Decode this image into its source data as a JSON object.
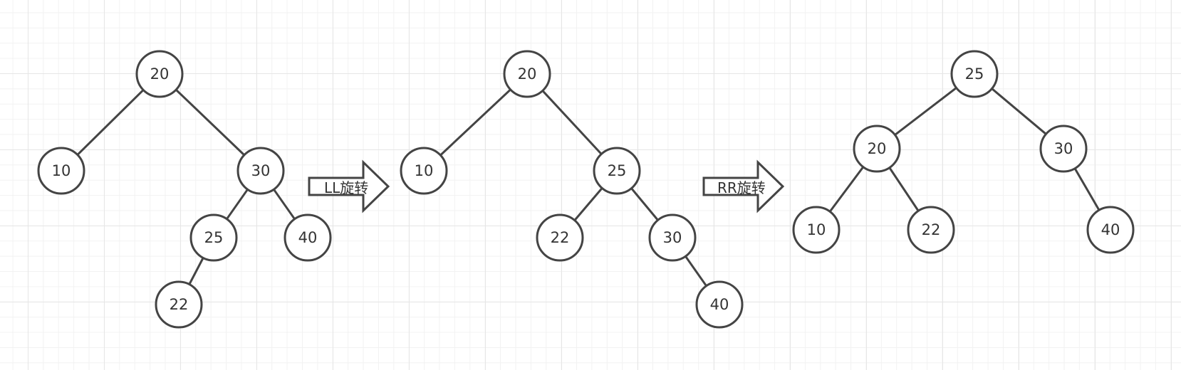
{
  "arrows": [
    {
      "id": "ll",
      "label": "LL旋转"
    },
    {
      "id": "rr",
      "label": "RR旋转"
    }
  ],
  "trees": [
    {
      "id": "original",
      "nodes": [
        {
          "id": "a20",
          "label": "20"
        },
        {
          "id": "a10",
          "label": "10"
        },
        {
          "id": "a30",
          "label": "30"
        },
        {
          "id": "a25",
          "label": "25"
        },
        {
          "id": "a40",
          "label": "40"
        },
        {
          "id": "a22",
          "label": "22"
        }
      ],
      "edges": [
        [
          "a20",
          "a10"
        ],
        [
          "a20",
          "a30"
        ],
        [
          "a30",
          "a25"
        ],
        [
          "a30",
          "a40"
        ],
        [
          "a25",
          "a22"
        ]
      ]
    },
    {
      "id": "after-ll",
      "nodes": [
        {
          "id": "b20",
          "label": "20"
        },
        {
          "id": "b10",
          "label": "10"
        },
        {
          "id": "b25",
          "label": "25"
        },
        {
          "id": "b22",
          "label": "22"
        },
        {
          "id": "b30",
          "label": "30"
        },
        {
          "id": "b40",
          "label": "40"
        }
      ],
      "edges": [
        [
          "b20",
          "b10"
        ],
        [
          "b20",
          "b25"
        ],
        [
          "b25",
          "b22"
        ],
        [
          "b25",
          "b30"
        ],
        [
          "b30",
          "b40"
        ]
      ]
    },
    {
      "id": "after-rr",
      "nodes": [
        {
          "id": "c25",
          "label": "25"
        },
        {
          "id": "c20",
          "label": "20"
        },
        {
          "id": "c30",
          "label": "30"
        },
        {
          "id": "c10",
          "label": "10"
        },
        {
          "id": "c22",
          "label": "22"
        },
        {
          "id": "c40",
          "label": "40"
        }
      ],
      "edges": [
        [
          "c25",
          "c20"
        ],
        [
          "c25",
          "c30"
        ],
        [
          "c20",
          "c10"
        ],
        [
          "c20",
          "c22"
        ],
        [
          "c30",
          "c40"
        ]
      ]
    }
  ]
}
